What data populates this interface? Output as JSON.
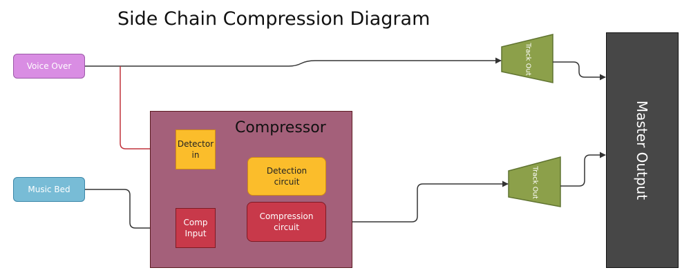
{
  "diagram": {
    "title": "Side Chain Compression Diagram",
    "sources": {
      "voice_over": "Voice Over",
      "music_bed": "Music Bed"
    },
    "compressor": {
      "label": "Compressor",
      "detector_in": [
        "Detector",
        "in"
      ],
      "detection_circuit": [
        "Detection",
        "circuit"
      ],
      "comp_input": [
        "Comp",
        "Input"
      ],
      "compression_circuit": [
        "Compression",
        "circuit"
      ]
    },
    "track_out_top": "Track Out",
    "track_out_bottom": "Track Out",
    "master_output": "Master Output",
    "colors": {
      "voice": "#d98de3",
      "music": "#78bcd6",
      "compressor": "#a4607a",
      "detector": "#fbbd2b",
      "compression": "#c8394a",
      "track_out": "#8ca04a",
      "master": "#474747",
      "sidechain_line": "#c0303a",
      "signal_line": "#333333"
    }
  }
}
